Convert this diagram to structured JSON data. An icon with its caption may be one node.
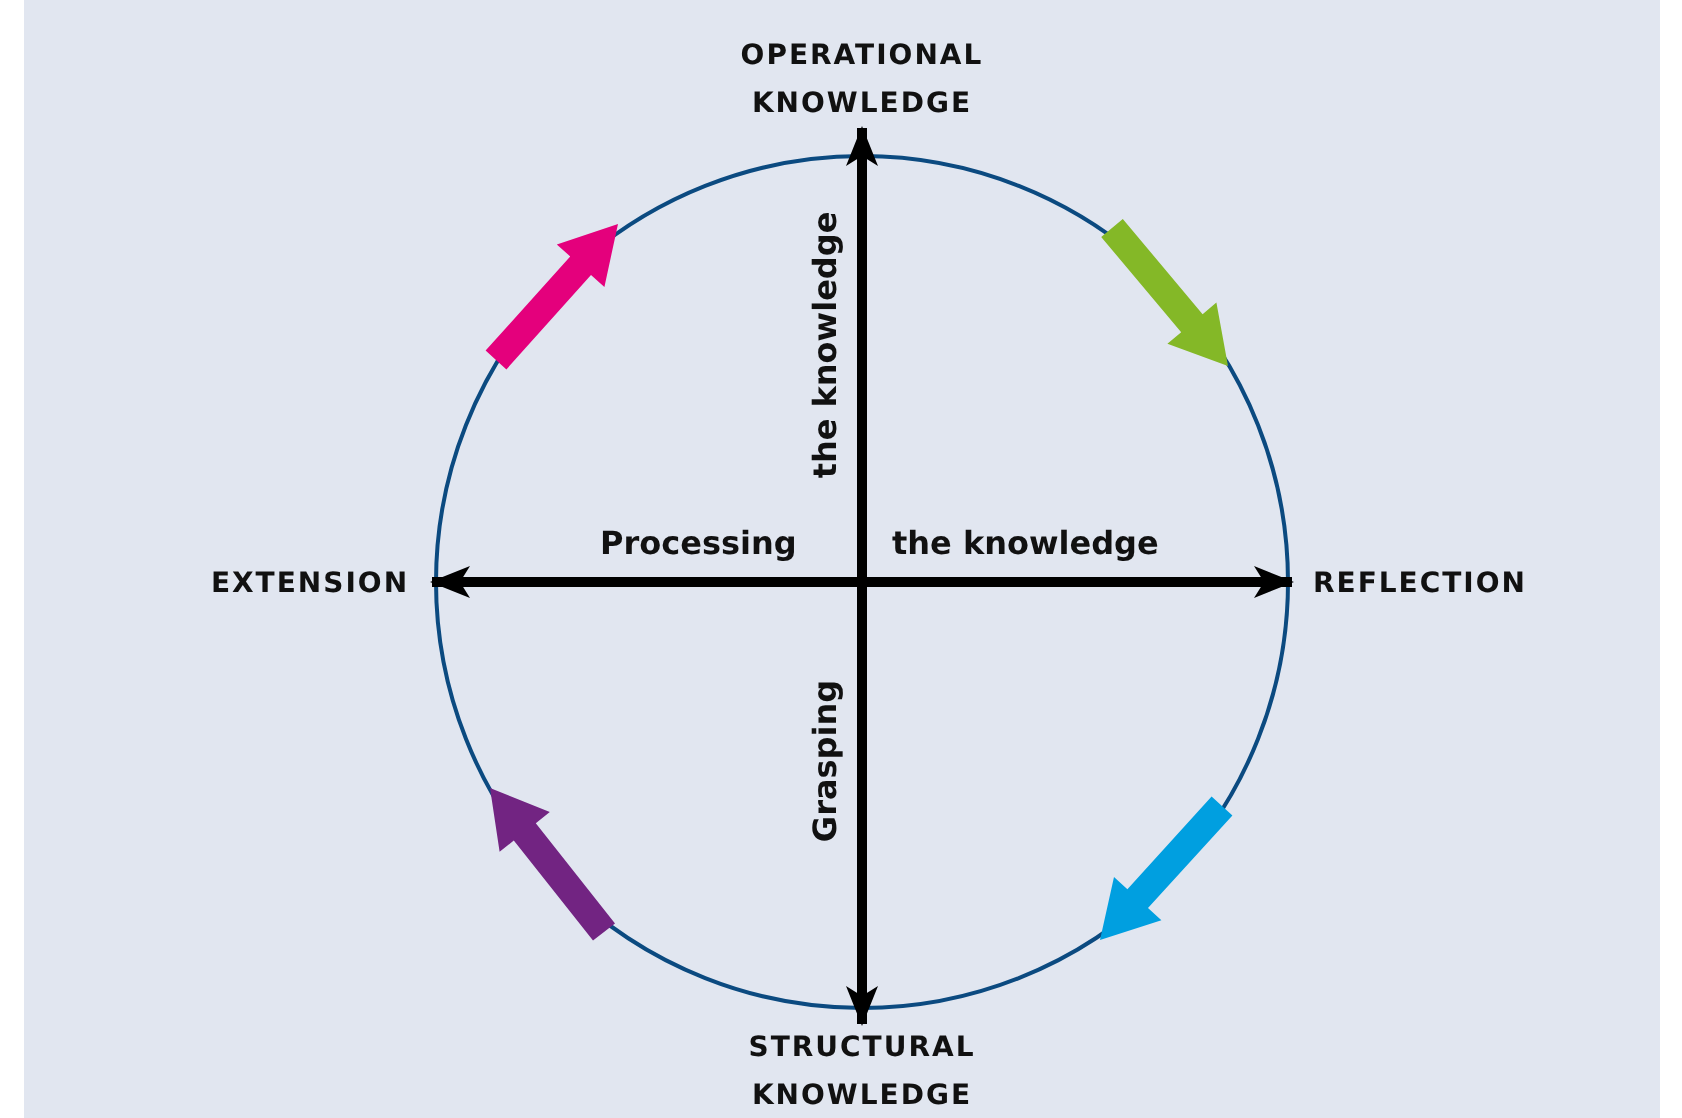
{
  "diagram": {
    "nodes": [
      {
        "text": [
          "OPERATIONAL KNOWLEDGE"
        ]
      },
      {
        "text": [
          "EXTENSION"
        ]
      },
      {
        "text": [
          "REFLECTION"
        ]
      },
      {
        "text": [
          "STRUCTURAL KNOWLEDGE"
        ]
      }
    ],
    "edges": [
      {
        "from": 3,
        "to": 0,
        "arrow": "both"
      },
      {
        "from": 1,
        "to": 2,
        "arrow": "both"
      }
    ],
    "labels": [
      "the knowledge",
      "Processing",
      "the knowledge",
      "Grasping"
    ]
  }
}
